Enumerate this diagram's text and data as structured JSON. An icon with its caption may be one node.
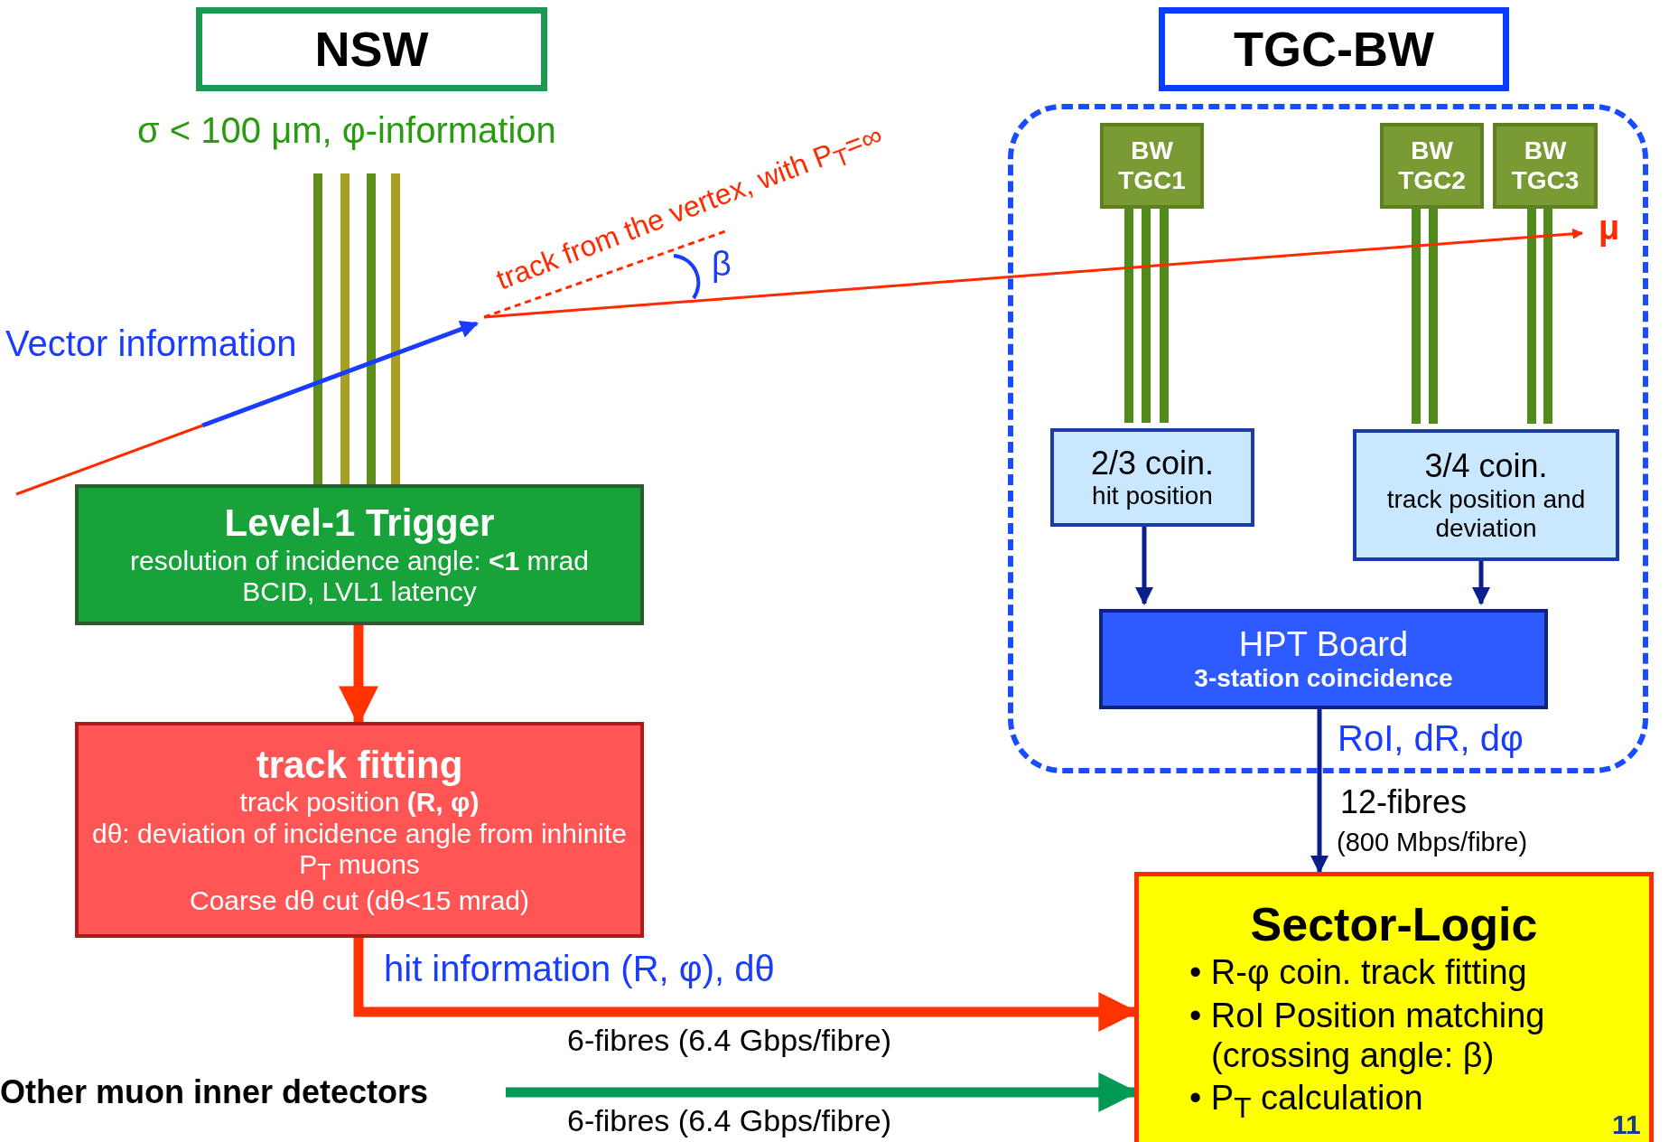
{
  "diagram": {
    "nodes": [
      {
        "text": [
          "NSW"
        ],
        "beside": [
          "σ < 100 μm, φ-information"
        ]
      },
      {
        "text": [
          "TGC-BW"
        ]
      },
      {
        "text": [],
        "shape": "box"
      },
      {
        "text": [
          "BW TGC1"
        ],
        "in": 2
      },
      {
        "text": [
          "BW TGC2"
        ],
        "in": 2
      },
      {
        "text": [
          "BW TGC3"
        ],
        "in": 2
      },
      {
        "text": [
          "2/3 coin.",
          "hit position"
        ],
        "in": 2
      },
      {
        "text": [
          "3/4 coin.",
          "track position and deviation"
        ],
        "in": 2
      },
      {
        "text": [
          "HPT Board",
          "3-station coincidence"
        ],
        "in": 2
      },
      {
        "text": [
          "Level-1 Trigger",
          "resolution of incidence angle: **<1** mrad",
          "BCID, LVL1 latency"
        ]
      },
      {
        "text": [
          "track fitting",
          "track position **(R, φ)**",
          "dθ: deviation of incidence angle from inhinite P$_{T}$ muons",
          "Coarse dθ cut (dθ<15 mrad)"
        ]
      },
      {
        "text": [
          "Sector-Logic",
          "• R-φ coin. track fitting",
          "• RoI Position matching (crossing angle: β)",
          "• P$_{T}$ calculation"
        ]
      },
      {
        "text": [
          "Other muon inner detectors"
        ]
      }
    ],
    "edges": [
      {
        "from": 9,
        "to": 10,
        "arrow": "to",
        "style": "thick",
        "color": "#ff3300"
      },
      {
        "from": 10,
        "to": 11,
        "arrow": "to",
        "label": "hit information (R, φ), dθ",
        "style": "thick",
        "color": "#ff3300"
      },
      {
        "from": 12,
        "to": 11,
        "arrow": "to",
        "style": "thick",
        "color": "#009955"
      },
      {
        "from": 6,
        "to": 8,
        "arrow": "to"
      },
      {
        "from": 7,
        "to": 8,
        "arrow": "to"
      },
      {
        "from": 8,
        "to": 11,
        "arrow": "to",
        "label": "RoI, dR, dφ"
      }
    ],
    "labels": [
      "track from the vertex, with P$_{T}$=∞",
      "β",
      "Vector information",
      "μ",
      "12-fibres",
      "(800 Mbps/fibre)",
      "6-fibres (6.4 Gbps/fibre)",
      "6-fibres (6.4 Gbps/fibre)",
      "11"
    ]
  }
}
